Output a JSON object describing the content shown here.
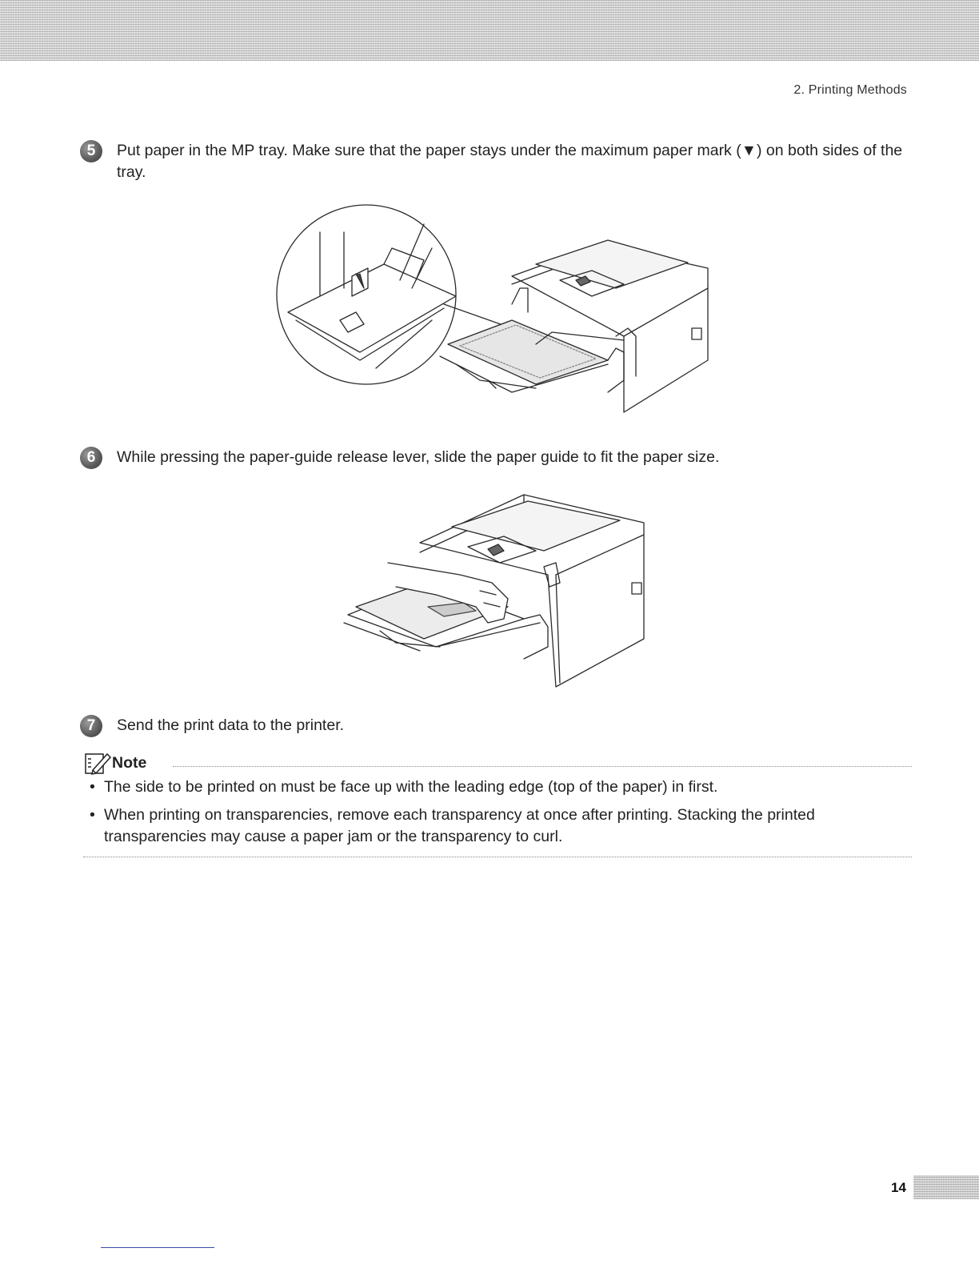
{
  "header": {
    "chapter_title": "2. Printing Methods"
  },
  "steps": [
    {
      "number": "5",
      "text": "Put paper in the MP tray. Make sure that the paper stays under the maximum paper mark (▼) on both sides of the tray."
    },
    {
      "number": "6",
      "text": "While pressing the paper-guide release lever, slide the paper guide to fit the paper size."
    },
    {
      "number": "7",
      "text": "Send the print data to the printer."
    }
  ],
  "note": {
    "title": "Note",
    "items": [
      "The side to be printed on must be face up with the leading edge (top of the paper) in first.",
      "When printing on transparencies, remove each transparency at once after printing. Stacking the printed transparencies may cause a paper jam or the transparency to curl."
    ]
  },
  "footer": {
    "page_number": "14"
  }
}
